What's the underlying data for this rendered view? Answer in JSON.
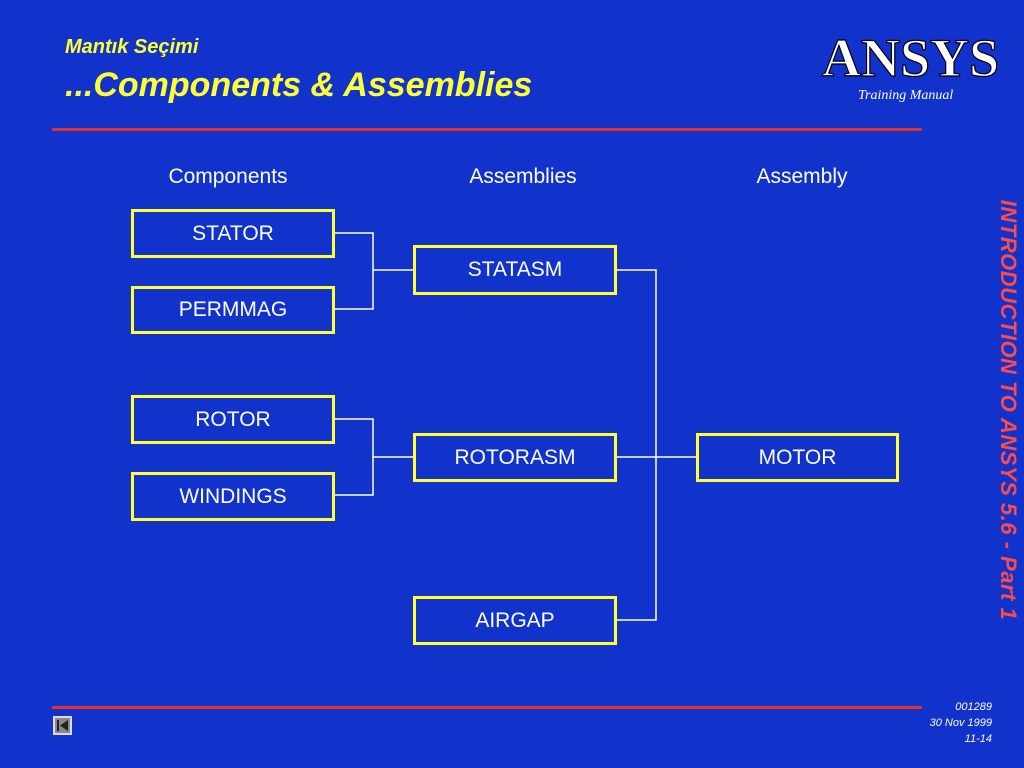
{
  "header": {
    "subtitle": "Mantık Seçimi",
    "title": "...Components & Assemblies",
    "logo_text": "ANSYS",
    "manual_label": "Training Manual"
  },
  "side_banner": "INTRODUCTION TO ANSYS 5.6 - Part 1",
  "diagram": {
    "column_headers": {
      "components": "Components",
      "assemblies": "Assemblies",
      "assembly": "Assembly"
    },
    "components": [
      "STATOR",
      "PERMMAG",
      "ROTOR",
      "WINDINGS"
    ],
    "assemblies": [
      "STATASM",
      "ROTORASM",
      "AIRGAP"
    ],
    "assembly": "MOTOR"
  },
  "footer": {
    "code": "001289",
    "date": "30 Nov 1999",
    "page": "11-14"
  },
  "colors": {
    "background": "#1133cc",
    "accent_yellow": "#ffff33",
    "rule_red": "#e03030",
    "banner_red": "#ff4a4a"
  }
}
